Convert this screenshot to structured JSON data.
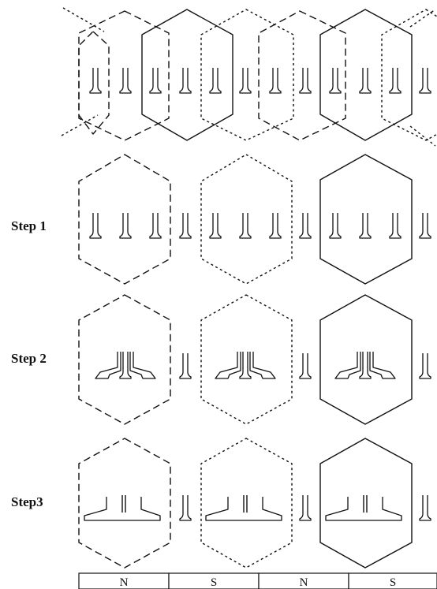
{
  "steps": {
    "step1": "Step 1",
    "step2": "Step 2",
    "step3": "Step3"
  },
  "poles": [
    "N",
    "S",
    "N",
    "S"
  ],
  "line_color": "#111111",
  "background": "#ffffff"
}
